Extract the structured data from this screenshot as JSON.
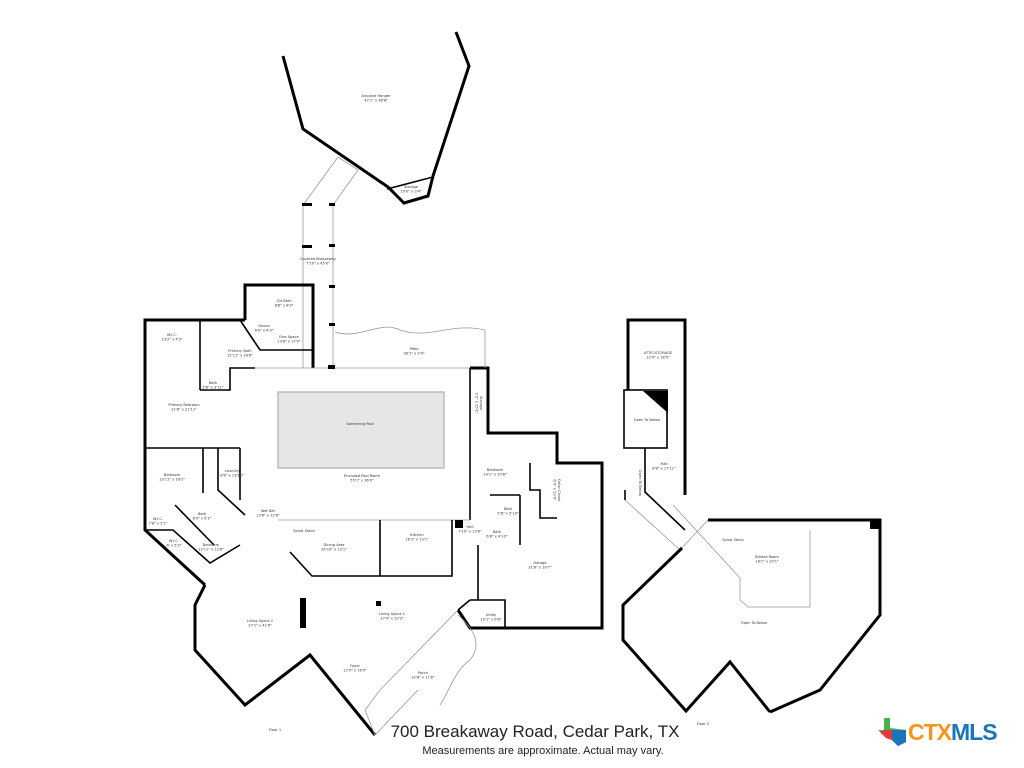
{
  "caption": {
    "address": "700 Breakaway Road, Cedar Park, TX",
    "disclaimer": "Measurements are approximate.  Actual may vary."
  },
  "logo": {
    "text_part1": "CTX",
    "text_part2": "MLS",
    "color1": "#f7941d",
    "color2": "#1a75bb",
    "icon": "texas-map-icon"
  },
  "floor1": {
    "label": "Floor 1",
    "rooms": [
      {
        "name": "Airplane Hanger",
        "dims": "42'1\" x 38'8\""
      },
      {
        "name": "Storage",
        "dims": "10'0\" x 3'4\""
      },
      {
        "name": "Covered Breezeway",
        "dims": "7'10\" x 45'0\""
      },
      {
        "name": "Patio",
        "dims": "36'1\" x 9'4\""
      },
      {
        "name": "Flex Space",
        "dims": "13'8\" x 17'0\""
      },
      {
        "name": "Sauna",
        "dims": "6'0\" x 4'3\""
      },
      {
        "name": "3/4 Bath",
        "dims": "8'8\" x 8'0\""
      },
      {
        "name": "W.I.C.",
        "dims": "13'2\" x 4'3\""
      },
      {
        "name": "Primary Bath",
        "dims": "15'11\" x 16'8\""
      },
      {
        "name": "Bath",
        "dims": "5'6\" x 3'11\""
      },
      {
        "name": "Primary Bedroom",
        "dims": "22'8\" x 21'11\""
      },
      {
        "name": "Swimming Pool",
        "dims": ""
      },
      {
        "name": "Enclosed Pool Room",
        "dims": "55'1\" x 36'0\""
      },
      {
        "name": "Storage",
        "dims": "3'3\" x 15'1\""
      },
      {
        "name": "Bedroom",
        "dims": "13'11\" x 16'2\""
      },
      {
        "name": "Laundry",
        "dims": "8'8\" x 13'10\""
      },
      {
        "name": "Wet Bar",
        "dims": "13'6\" x 12'6\""
      },
      {
        "name": "Bath",
        "dims": "8'9\" x 5'1\""
      },
      {
        "name": "W.I.C.",
        "dims": "7'8\" x 5'1\""
      },
      {
        "name": "W.I.C.",
        "dims": "6' x 5'2\""
      },
      {
        "name": "Bedroom",
        "dims": "13'11\" x 12'6\""
      },
      {
        "name": "Spiral Stairs",
        "dims": ""
      },
      {
        "name": "Dining Area",
        "dims": "26'10\" x 13'1\""
      },
      {
        "name": "Kitchen",
        "dims": "16'3\" x 13'1\""
      },
      {
        "name": "Bedroom",
        "dims": "14'1\" x 20'8\""
      },
      {
        "name": "Cellar Closet",
        "dims": "6'3\" x 13'0\""
      },
      {
        "name": "Bath",
        "dims": "5'6\" x 5'10\""
      },
      {
        "name": "Hall",
        "dims": "7'10\" x 13'6\""
      },
      {
        "name": "Bath",
        "dims": "6'8\" x 4'10\""
      },
      {
        "name": "Garage",
        "dims": "31'8\" x 39'7\""
      },
      {
        "name": "Utility",
        "dims": "10'1\" x 6'6\""
      },
      {
        "name": "Living Space 1",
        "dims": "37'4\" x 22'3\""
      },
      {
        "name": "Living Space 2",
        "dims": "27'1\" x 41'8\""
      },
      {
        "name": "Foyer",
        "dims": "12'9\" x 16'0\""
      },
      {
        "name": "Porch",
        "dims": "32'8\" x 11'8\""
      }
    ]
  },
  "floor2": {
    "label": "Floor 2",
    "rooms": [
      {
        "name": "ATTIC/STORAGE",
        "dims": "12'4\" x 18'5\""
      },
      {
        "name": "Open To Below",
        "dims": ""
      },
      {
        "name": "Hall",
        "dims": "8'8\" x 17'11\""
      },
      {
        "name": "Open To Below",
        "dims": ""
      },
      {
        "name": "Spiral Stairs",
        "dims": ""
      },
      {
        "name": "Billiard Room",
        "dims": "18'1\" x 20'1\""
      },
      {
        "name": "Open To Below",
        "dims": ""
      }
    ]
  },
  "colors": {
    "walls": "#000000",
    "pool": "#e6e6e6",
    "text": "#222222"
  }
}
